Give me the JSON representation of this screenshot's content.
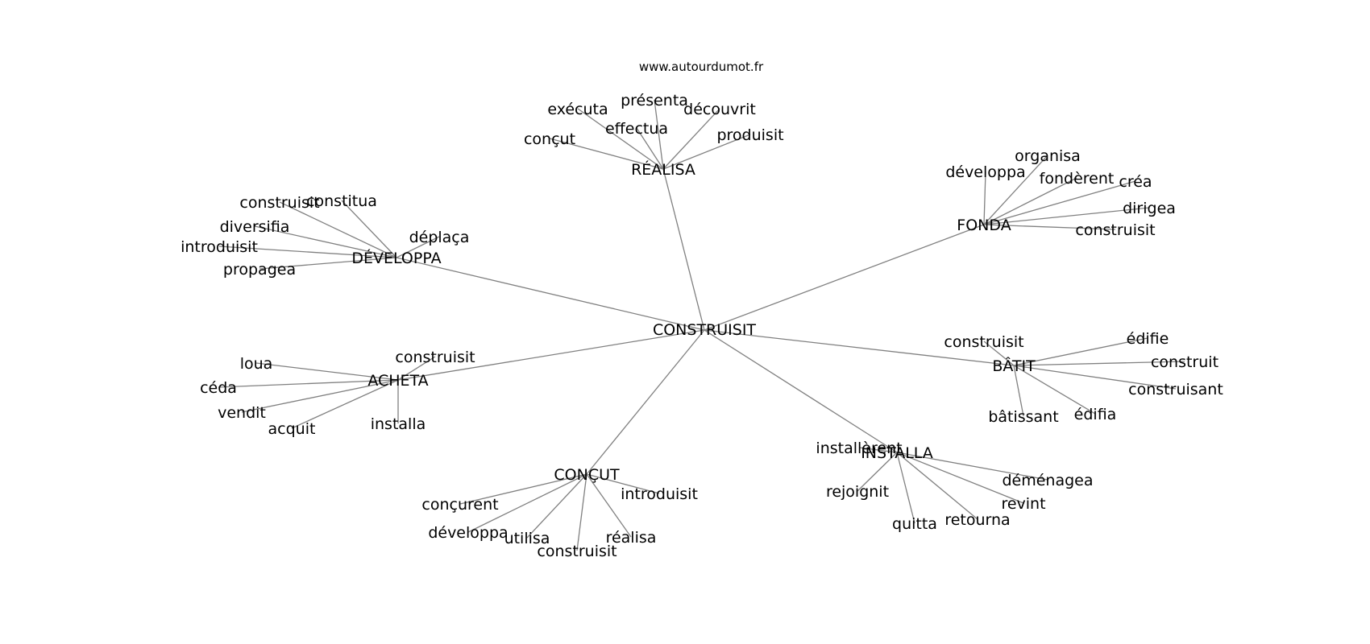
{
  "site": "www.autourdumot.fr",
  "root": "CONSTRUISIT",
  "groups": [
    {
      "hub": "RÉALISA",
      "leaves": [
        "exécuta",
        "présenta",
        "découvrit",
        "effectua",
        "produisit",
        "conçut"
      ]
    },
    {
      "hub": "FONDA",
      "leaves": [
        "organisa",
        "développa",
        "fondèrent",
        "créa",
        "dirigea",
        "construisit"
      ]
    },
    {
      "hub": "DÉVELOPPA",
      "leaves": [
        "constitua",
        "construisit",
        "diversifia",
        "déplaça",
        "introduisit",
        "propagea"
      ]
    },
    {
      "hub": "ACHETA",
      "leaves": [
        "construisit",
        "loua",
        "céda",
        "vendit",
        "acquit",
        "installa"
      ]
    },
    {
      "hub": "BÂTIT",
      "leaves": [
        "construisit",
        "édifie",
        "construit",
        "construisant",
        "bâtissant",
        "édifia"
      ]
    },
    {
      "hub": "INSTALLA",
      "leaves": [
        "installèrent",
        "déménagea",
        "rejoignit",
        "revint",
        "quitta",
        "retourna"
      ]
    },
    {
      "hub": "CONÇUT",
      "leaves": [
        "introduisit",
        "conçurent",
        "développa",
        "utilisa",
        "réalisa",
        "construisit"
      ]
    }
  ]
}
